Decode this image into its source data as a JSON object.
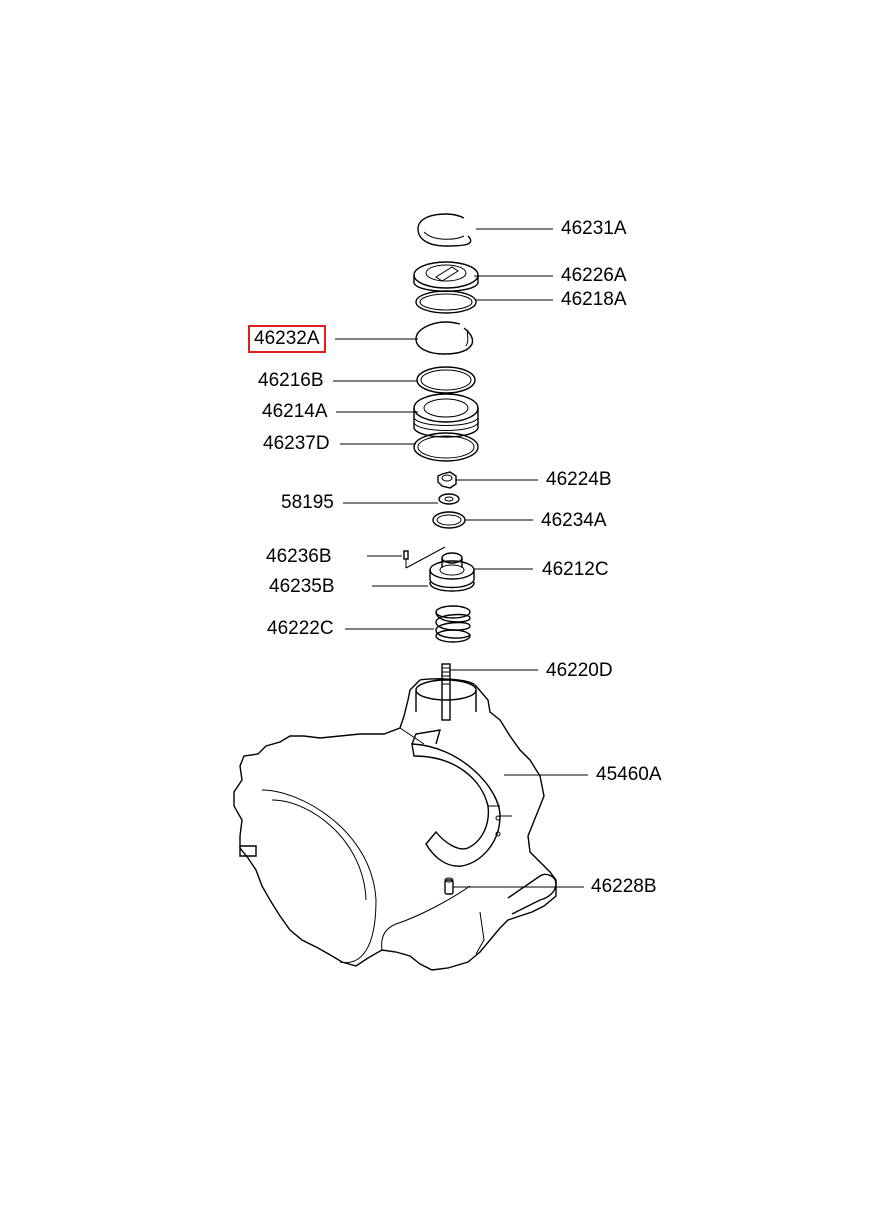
{
  "labels": {
    "p46231A": "46231A",
    "p46226A": "46226A",
    "p46218A": "46218A",
    "p46232A": "46232A",
    "p46216B": "46216B",
    "p46214A": "46214A",
    "p46237D": "46237D",
    "p46224B": "46224B",
    "p58195": "58195",
    "p46234A": "46234A",
    "p46236B": "46236B",
    "p46235B": "46235B",
    "p46212C": "46212C",
    "p46222C": "46222C",
    "p46220D": "46220D",
    "p45460A": "45460A",
    "p46228B": "46228B"
  },
  "highlight": {
    "selected_part": "46232A",
    "color": "#e02020"
  }
}
